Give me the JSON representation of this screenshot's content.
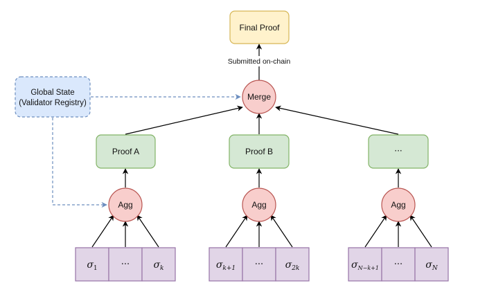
{
  "nodes": {
    "final_proof": "Final Proof",
    "merge": "Merge",
    "global_state_line1": "Global State",
    "global_state_line2": "(Validator Registry)",
    "proof_a": "Proof A",
    "proof_b": "Proof B",
    "proof_c": "···",
    "agg": "Agg"
  },
  "edge_labels": {
    "submitted": "Submitted on-chain"
  },
  "signature_groups": [
    {
      "first": {
        "base": "σ",
        "sub": "1"
      },
      "middle": "···",
      "last": {
        "base": "σ",
        "sub": "k"
      }
    },
    {
      "first": {
        "base": "σ",
        "sub": "k+1"
      },
      "middle": "···",
      "last": {
        "base": "σ",
        "sub": "2k"
      }
    },
    {
      "first": {
        "base": "σ",
        "sub": "N−k+1"
      },
      "middle": "···",
      "last": {
        "base": "σ",
        "sub": "N"
      }
    }
  ],
  "colors": {
    "final_fill": "#fff2cc",
    "final_stroke": "#d6b656",
    "merge_fill": "#f8cecc",
    "merge_stroke": "#b85450",
    "proof_fill": "#d5e8d4",
    "proof_stroke": "#82b366",
    "global_fill": "#dae8fc",
    "global_stroke": "#6c8ebf",
    "sig_fill": "#e1d5e7",
    "sig_stroke": "#9673a6",
    "arrow": "#000000",
    "dashed_arrow": "#6c8ebf"
  }
}
